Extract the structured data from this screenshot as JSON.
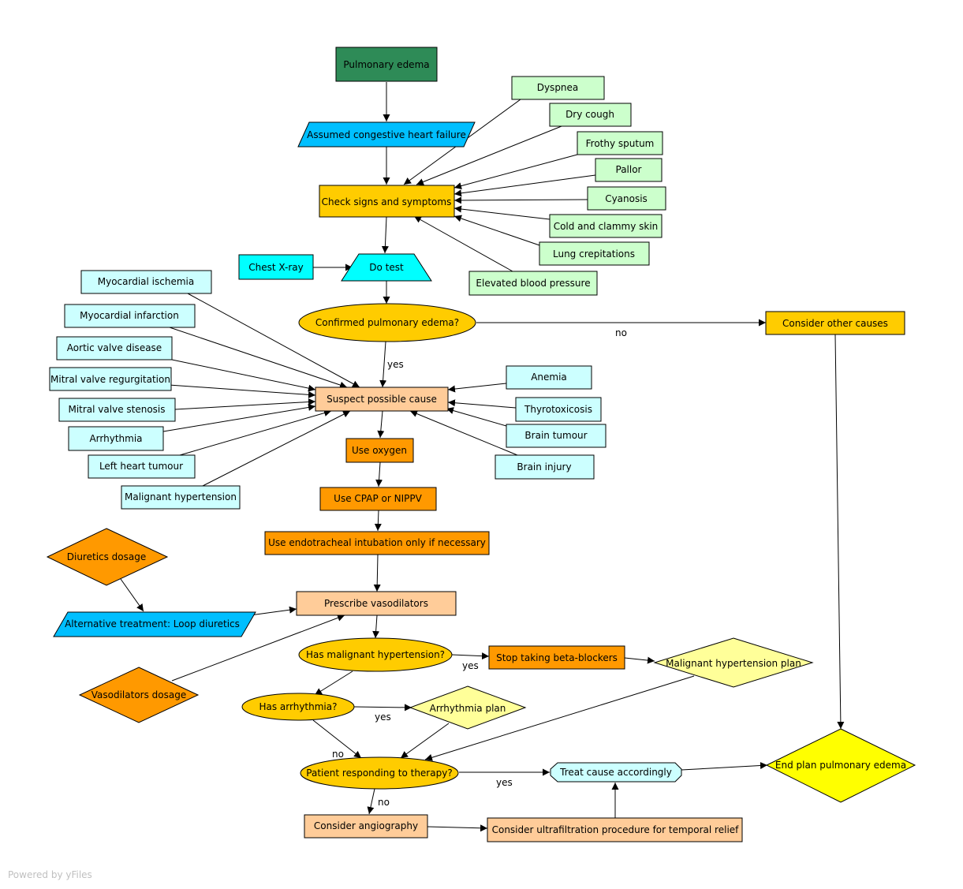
{
  "colors": {
    "dark_green": "#2e8b57",
    "light_green": "#ccffcc",
    "light_cyan": "#ccffff",
    "cyan": "#00ffff",
    "sky_blue": "#00bfff",
    "gold": "#ffcc00",
    "orange": "#ff9900",
    "peach": "#ffcc99",
    "light_yellow": "#ffff99",
    "yellow": "#ffff00",
    "pale_blue": "#ccffff",
    "border": "#000000"
  },
  "nodes": {
    "pulmonary_edema": "Pulmonary edema",
    "assumed_chf": "Assumed congestive heart failure",
    "check_signs": "Check signs and symptoms",
    "dyspnea": "Dyspnea",
    "dry_cough": "Dry cough",
    "frothy_sputum": "Frothy sputum",
    "pallor": "Pallor",
    "cyanosis": "Cyanosis",
    "cold_clammy": "Cold and clammy skin",
    "lung_crepitations": "Lung crepitations",
    "elevated_bp": "Elevated blood pressure",
    "chest_xray": "Chest X-ray",
    "do_test": "Do test",
    "confirmed": "Confirmed pulmonary edema?",
    "consider_other": "Consider other causes",
    "suspect_cause": "Suspect possible cause",
    "myocardial_ischemia": "Myocardial ischemia",
    "myocardial_infarction": "Myocardial infarction",
    "aortic_valve": "Aortic valve disease",
    "mitral_regurg": "Mitral valve regurgitation",
    "mitral_stenosis": "Mitral valve stenosis",
    "arrhythmia_cause": "Arrhythmia",
    "left_heart_tumour": "Left heart tumour",
    "malignant_htn_cause": "Malignant hypertension",
    "anemia": "Anemia",
    "thyrotoxicosis": "Thyrotoxicosis",
    "brain_tumour": "Brain tumour",
    "brain_injury": "Brain injury",
    "use_oxygen": "Use oxygen",
    "use_cpap": "Use CPAP or NIPPV",
    "use_intubation": "Use endotracheal intubation only if necessary",
    "diuretics_dosage": "Diuretics dosage",
    "alt_treatment": "Alternative treatment: Loop diuretics",
    "prescribe_vaso": "Prescribe vasodilators",
    "vaso_dosage": "Vasodilators dosage",
    "has_malignant": "Has malignant hypertension?",
    "stop_beta": "Stop taking beta-blockers",
    "malignant_plan": "Malignant hypertension plan",
    "has_arrhythmia": "Has arrhythmia?",
    "arrhythmia_plan": "Arrhythmia plan",
    "responding": "Patient responding to therapy?",
    "treat_cause": "Treat cause accordingly",
    "end_plan": "End plan pulmonary edema",
    "consider_angio": "Consider angiography",
    "consider_ultra": "Consider ultrafiltration procedure for temporal relief"
  },
  "edge_labels": {
    "confirmed_no": "no",
    "confirmed_yes": "yes",
    "malignant_yes": "yes",
    "arrhythmia_yes": "yes",
    "arrhythmia_no": "no",
    "responding_yes": "yes",
    "responding_no": "no"
  },
  "footer": "Powered by yFiles"
}
